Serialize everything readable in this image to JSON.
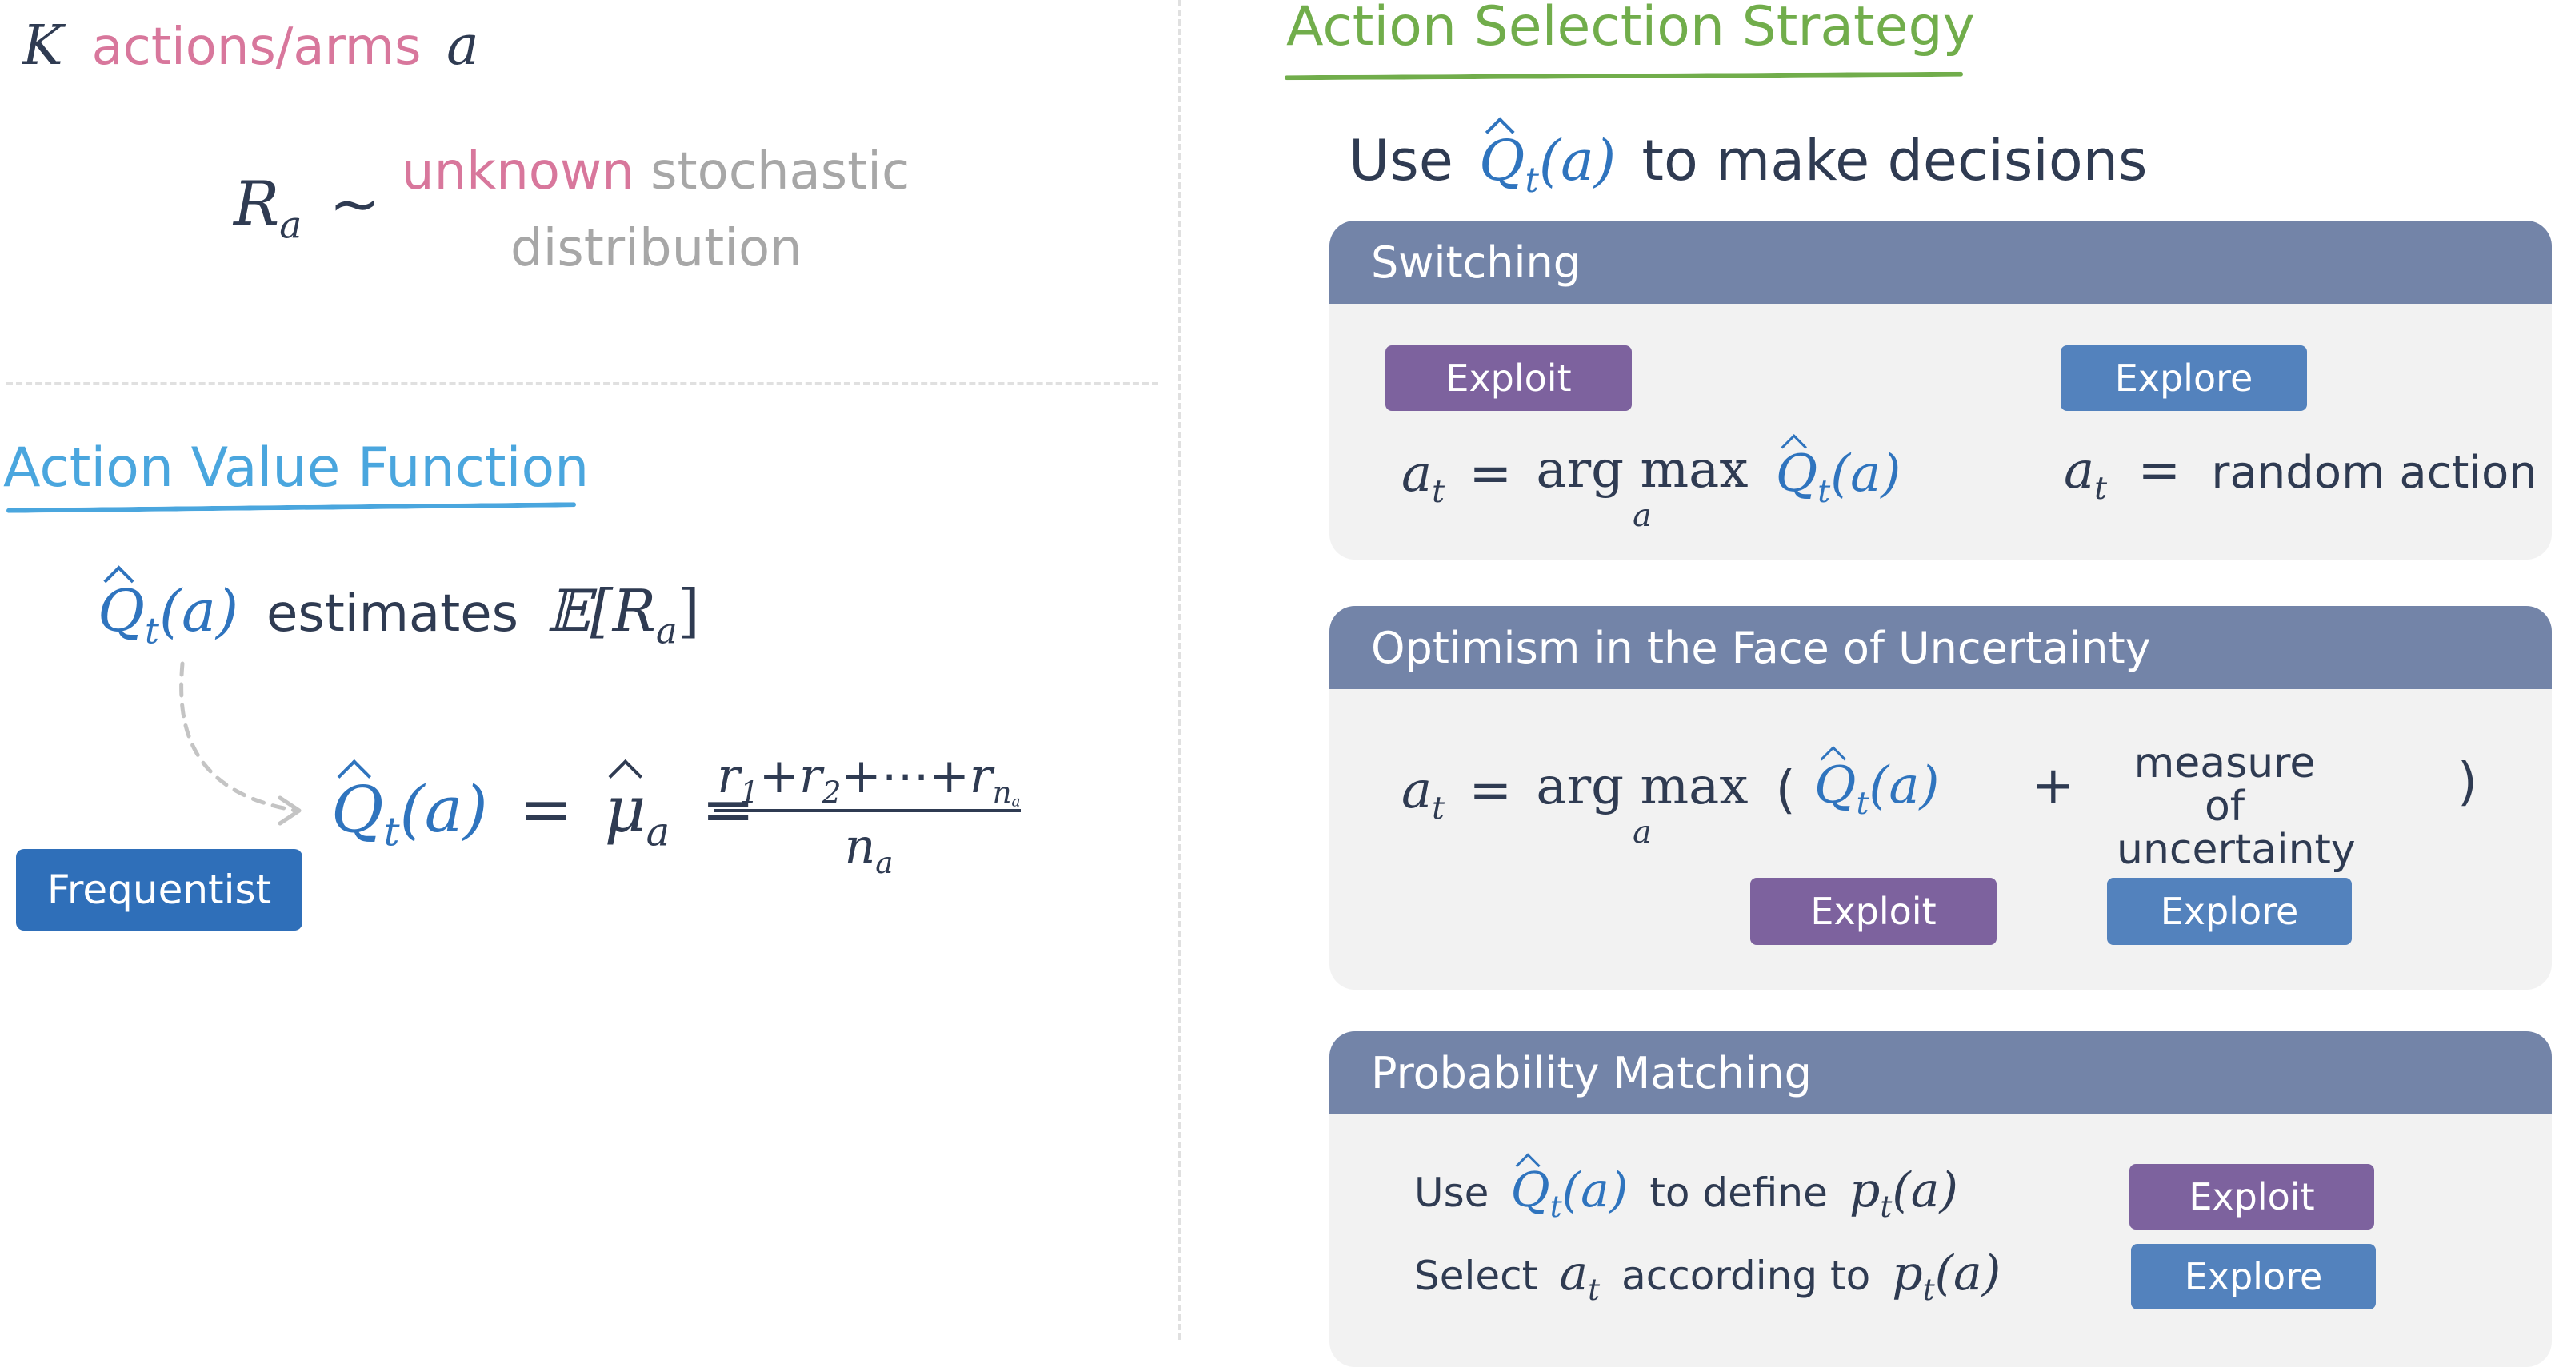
{
  "arms_line": {
    "k": "K",
    "label": "actions/arms",
    "a": "a"
  },
  "reward_dist": {
    "r": "R",
    "sub": "a",
    "tilde": "∼",
    "unknown": "unknown",
    "stochastic": "stochastic",
    "distribution": "distribution"
  },
  "avf": {
    "heading": "Action Value Function",
    "q": "Q",
    "t": "t",
    "arg": "(a)",
    "estimates": "estimates",
    "expect": "𝔼[R",
    "expect_sub": "a",
    "expect_close": "]",
    "eq1": "=",
    "mu": "μ",
    "mu_sub": "a",
    "eq2": "=",
    "numerator": "r",
    "num_1": "1",
    "plus": "+",
    "num_2": "2",
    "ellipsis": "+⋯+",
    "num_n": "n",
    "num_n_sub": "a",
    "denominator": "n",
    "den_sub": "a",
    "frequentist": "Frequentist"
  },
  "strategy": {
    "heading": "Action Selection Strategy",
    "use": "Use",
    "q": "Q",
    "t": "t",
    "arg": "(a)",
    "decisions": "to make decisions"
  },
  "switching": {
    "title": "Switching",
    "exploit": "Exploit",
    "explore": "Explore",
    "a": "a",
    "t": "t",
    "eq": "=",
    "argmax": "arg max",
    "under": "a",
    "q": "Q",
    "arg": "(a)",
    "random": "random action"
  },
  "optimism": {
    "title": "Optimism in the Face of Uncertainty",
    "a": "a",
    "t": "t",
    "eq": "=",
    "argmax": "arg max",
    "under": "a",
    "lparen": "(",
    "rparen": ")",
    "q": "Q",
    "arg": "(a)",
    "plus": "+",
    "measure": "measure of",
    "uncertainty": "uncertainty",
    "exploit": "Exploit",
    "explore": "Explore"
  },
  "prob_matching": {
    "title": "Probability Matching",
    "use": "Use",
    "q": "Q",
    "t": "t",
    "arg": "(a)",
    "to_define": "to define",
    "p": "p",
    "select": "Select",
    "a": "a",
    "according": "according to",
    "exploit": "Exploit",
    "explore": "Explore"
  },
  "colors": {
    "blue": "#2f74be",
    "pink": "#d8779c",
    "green": "#71ad4b",
    "panel_head": "#7384a8",
    "exploit": "#7d629e",
    "explore": "#5382bd"
  }
}
